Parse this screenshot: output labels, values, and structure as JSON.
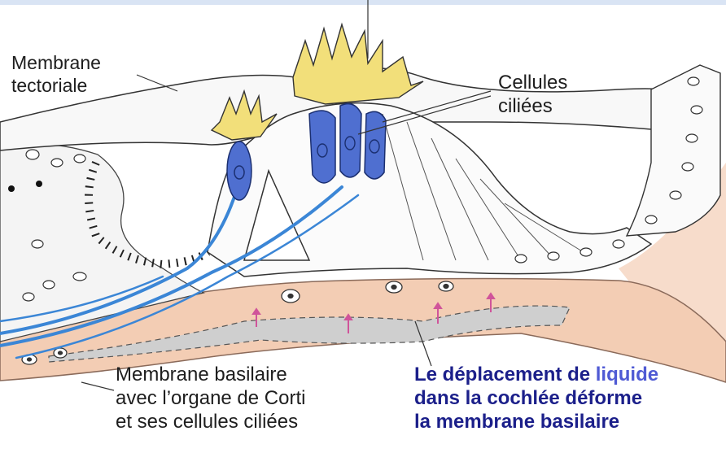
{
  "labels": {
    "membrane_tectoriale": [
      "Membrane",
      "tectoriale"
    ],
    "cellules_ciliees": [
      "Cellules",
      "ciliées"
    ],
    "membrane_basilaire": [
      "Membrane basilaire",
      "avec l’organe de Corti",
      "et ses cellules ciliées"
    ],
    "caption": {
      "line1_before": "Le déplacement de ",
      "line1_highlight": "liquide",
      "line2": "dans la cochlée déforme",
      "line3": "la membrane basilaire"
    }
  },
  "colors": {
    "hair_cell_blue": "#4f6fd0",
    "nerve_blue": "#3b86d6",
    "stereocilia_yellow": "#f2df7a",
    "basilar_pink": "#f3cdb4",
    "deformation_grey": "#cfcfcf",
    "arrow_pink": "#d0549a",
    "caption_navy": "#1b1f8a",
    "caption_highlight": "#4f5ad4"
  }
}
